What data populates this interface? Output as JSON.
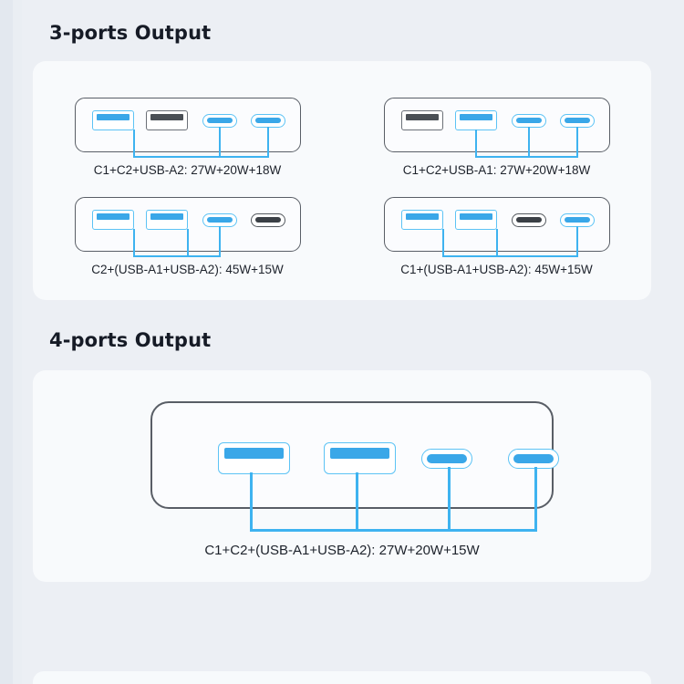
{
  "background": {
    "page_color": "#eceff4",
    "card_color": "#f8fafc",
    "accent_blue": "#3eb3f0",
    "port_blue_fill": "#3aa7e8",
    "port_blue_border": "#5cc3f5",
    "port_idle_dark": "#4a4f55",
    "device_outline": "#595e66",
    "heading_color": "#161b26"
  },
  "sections": [
    {
      "id": "three-ports",
      "title": "3-ports Output",
      "diagrams": [
        {
          "id": "three-a",
          "caption": "C1+C2+USB-A2: 27W+20W+18W",
          "ports": [
            {
              "type": "usb-a",
              "name": "USB-A1",
              "state": "active"
            },
            {
              "type": "usb-a",
              "name": "USB-A2",
              "state": "idle"
            },
            {
              "type": "usb-c",
              "name": "C1",
              "state": "active"
            },
            {
              "type": "usb-c",
              "name": "C2",
              "state": "active"
            }
          ]
        },
        {
          "id": "three-b",
          "caption": "C1+C2+USB-A1: 27W+20W+18W",
          "ports": [
            {
              "type": "usb-a",
              "name": "USB-A1",
              "state": "idle"
            },
            {
              "type": "usb-a",
              "name": "USB-A2",
              "state": "active"
            },
            {
              "type": "usb-c",
              "name": "C1",
              "state": "active"
            },
            {
              "type": "usb-c",
              "name": "C2",
              "state": "active"
            }
          ]
        },
        {
          "id": "three-c",
          "caption": "C2+(USB-A1+USB-A2): 45W+15W",
          "ports": [
            {
              "type": "usb-a",
              "name": "USB-A1",
              "state": "active"
            },
            {
              "type": "usb-a",
              "name": "USB-A2",
              "state": "active"
            },
            {
              "type": "usb-c",
              "name": "C1",
              "state": "active"
            },
            {
              "type": "usb-c",
              "name": "C2",
              "state": "idle"
            }
          ]
        },
        {
          "id": "three-d",
          "caption": "C1+(USB-A1+USB-A2): 45W+15W",
          "ports": [
            {
              "type": "usb-a",
              "name": "USB-A1",
              "state": "active"
            },
            {
              "type": "usb-a",
              "name": "USB-A2",
              "state": "active"
            },
            {
              "type": "usb-c",
              "name": "C1",
              "state": "idle"
            },
            {
              "type": "usb-c",
              "name": "C2",
              "state": "active"
            }
          ]
        }
      ]
    },
    {
      "id": "four-ports",
      "title": "4-ports Output",
      "diagrams": [
        {
          "id": "four-a",
          "caption": "C1+C2+(USB-A1+USB-A2): 27W+20W+15W",
          "ports": [
            {
              "type": "usb-a",
              "name": "USB-A1",
              "state": "active"
            },
            {
              "type": "usb-a",
              "name": "USB-A2",
              "state": "active"
            },
            {
              "type": "usb-c",
              "name": "C1",
              "state": "active"
            },
            {
              "type": "usb-c",
              "name": "C2",
              "state": "active"
            }
          ]
        }
      ]
    }
  ]
}
